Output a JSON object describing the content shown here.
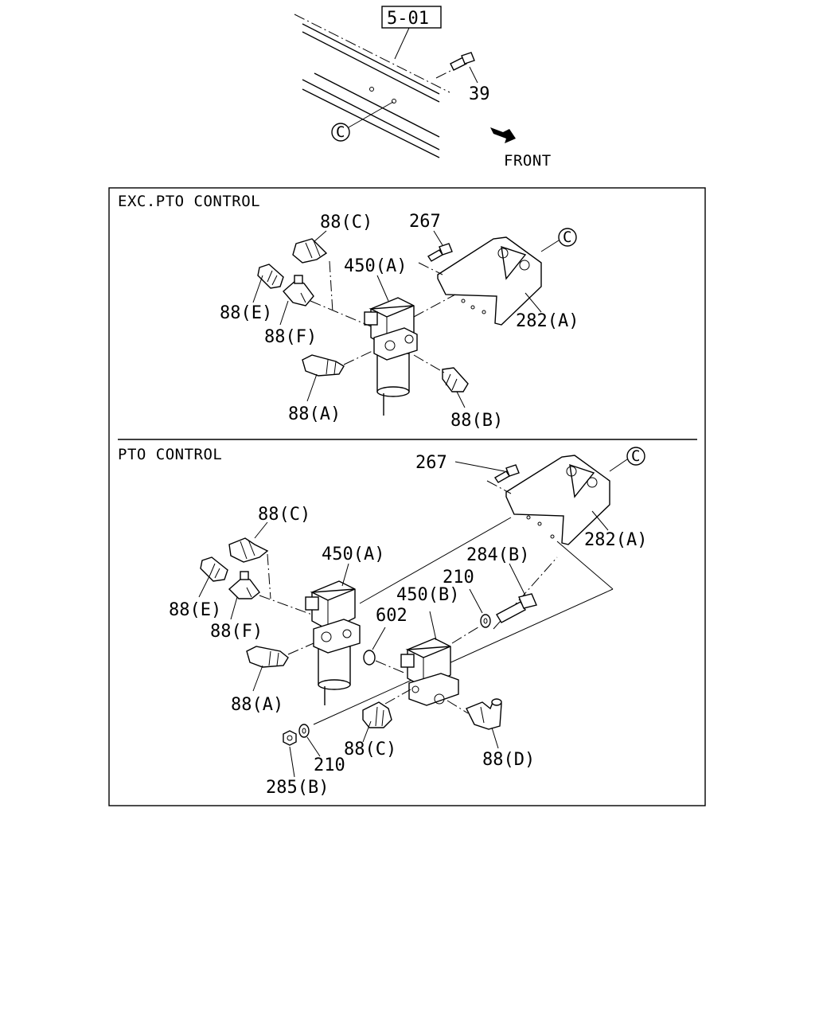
{
  "header": {
    "ref_box": "5-01",
    "bolt_39": "39",
    "circle_c": "C",
    "front": "FRONT"
  },
  "panel_top": {
    "title": "EXC.PTO CONTROL",
    "labels": {
      "p88c": "88(C)",
      "p267": "267",
      "p450a": "450(A)",
      "p88e": "88(E)",
      "p88f": "88(F)",
      "p282a": "282(A)",
      "p88a": "88(A)",
      "p88b": "88(B)",
      "circle_c": "C"
    }
  },
  "panel_bottom": {
    "title": "PTO CONTROL",
    "labels": {
      "p267": "267",
      "circle_c": "C",
      "p88c": "88(C)",
      "p282a": "282(A)",
      "p284b": "284(B)",
      "p450a": "450(A)",
      "p210a": "210",
      "p450b": "450(B)",
      "p602": "602",
      "p88e": "88(E)",
      "p88f": "88(F)",
      "p88a": "88(A)",
      "p88c2": "88(C)",
      "p88d": "88(D)",
      "p210b": "210",
      "p285b": "285(B)"
    }
  }
}
